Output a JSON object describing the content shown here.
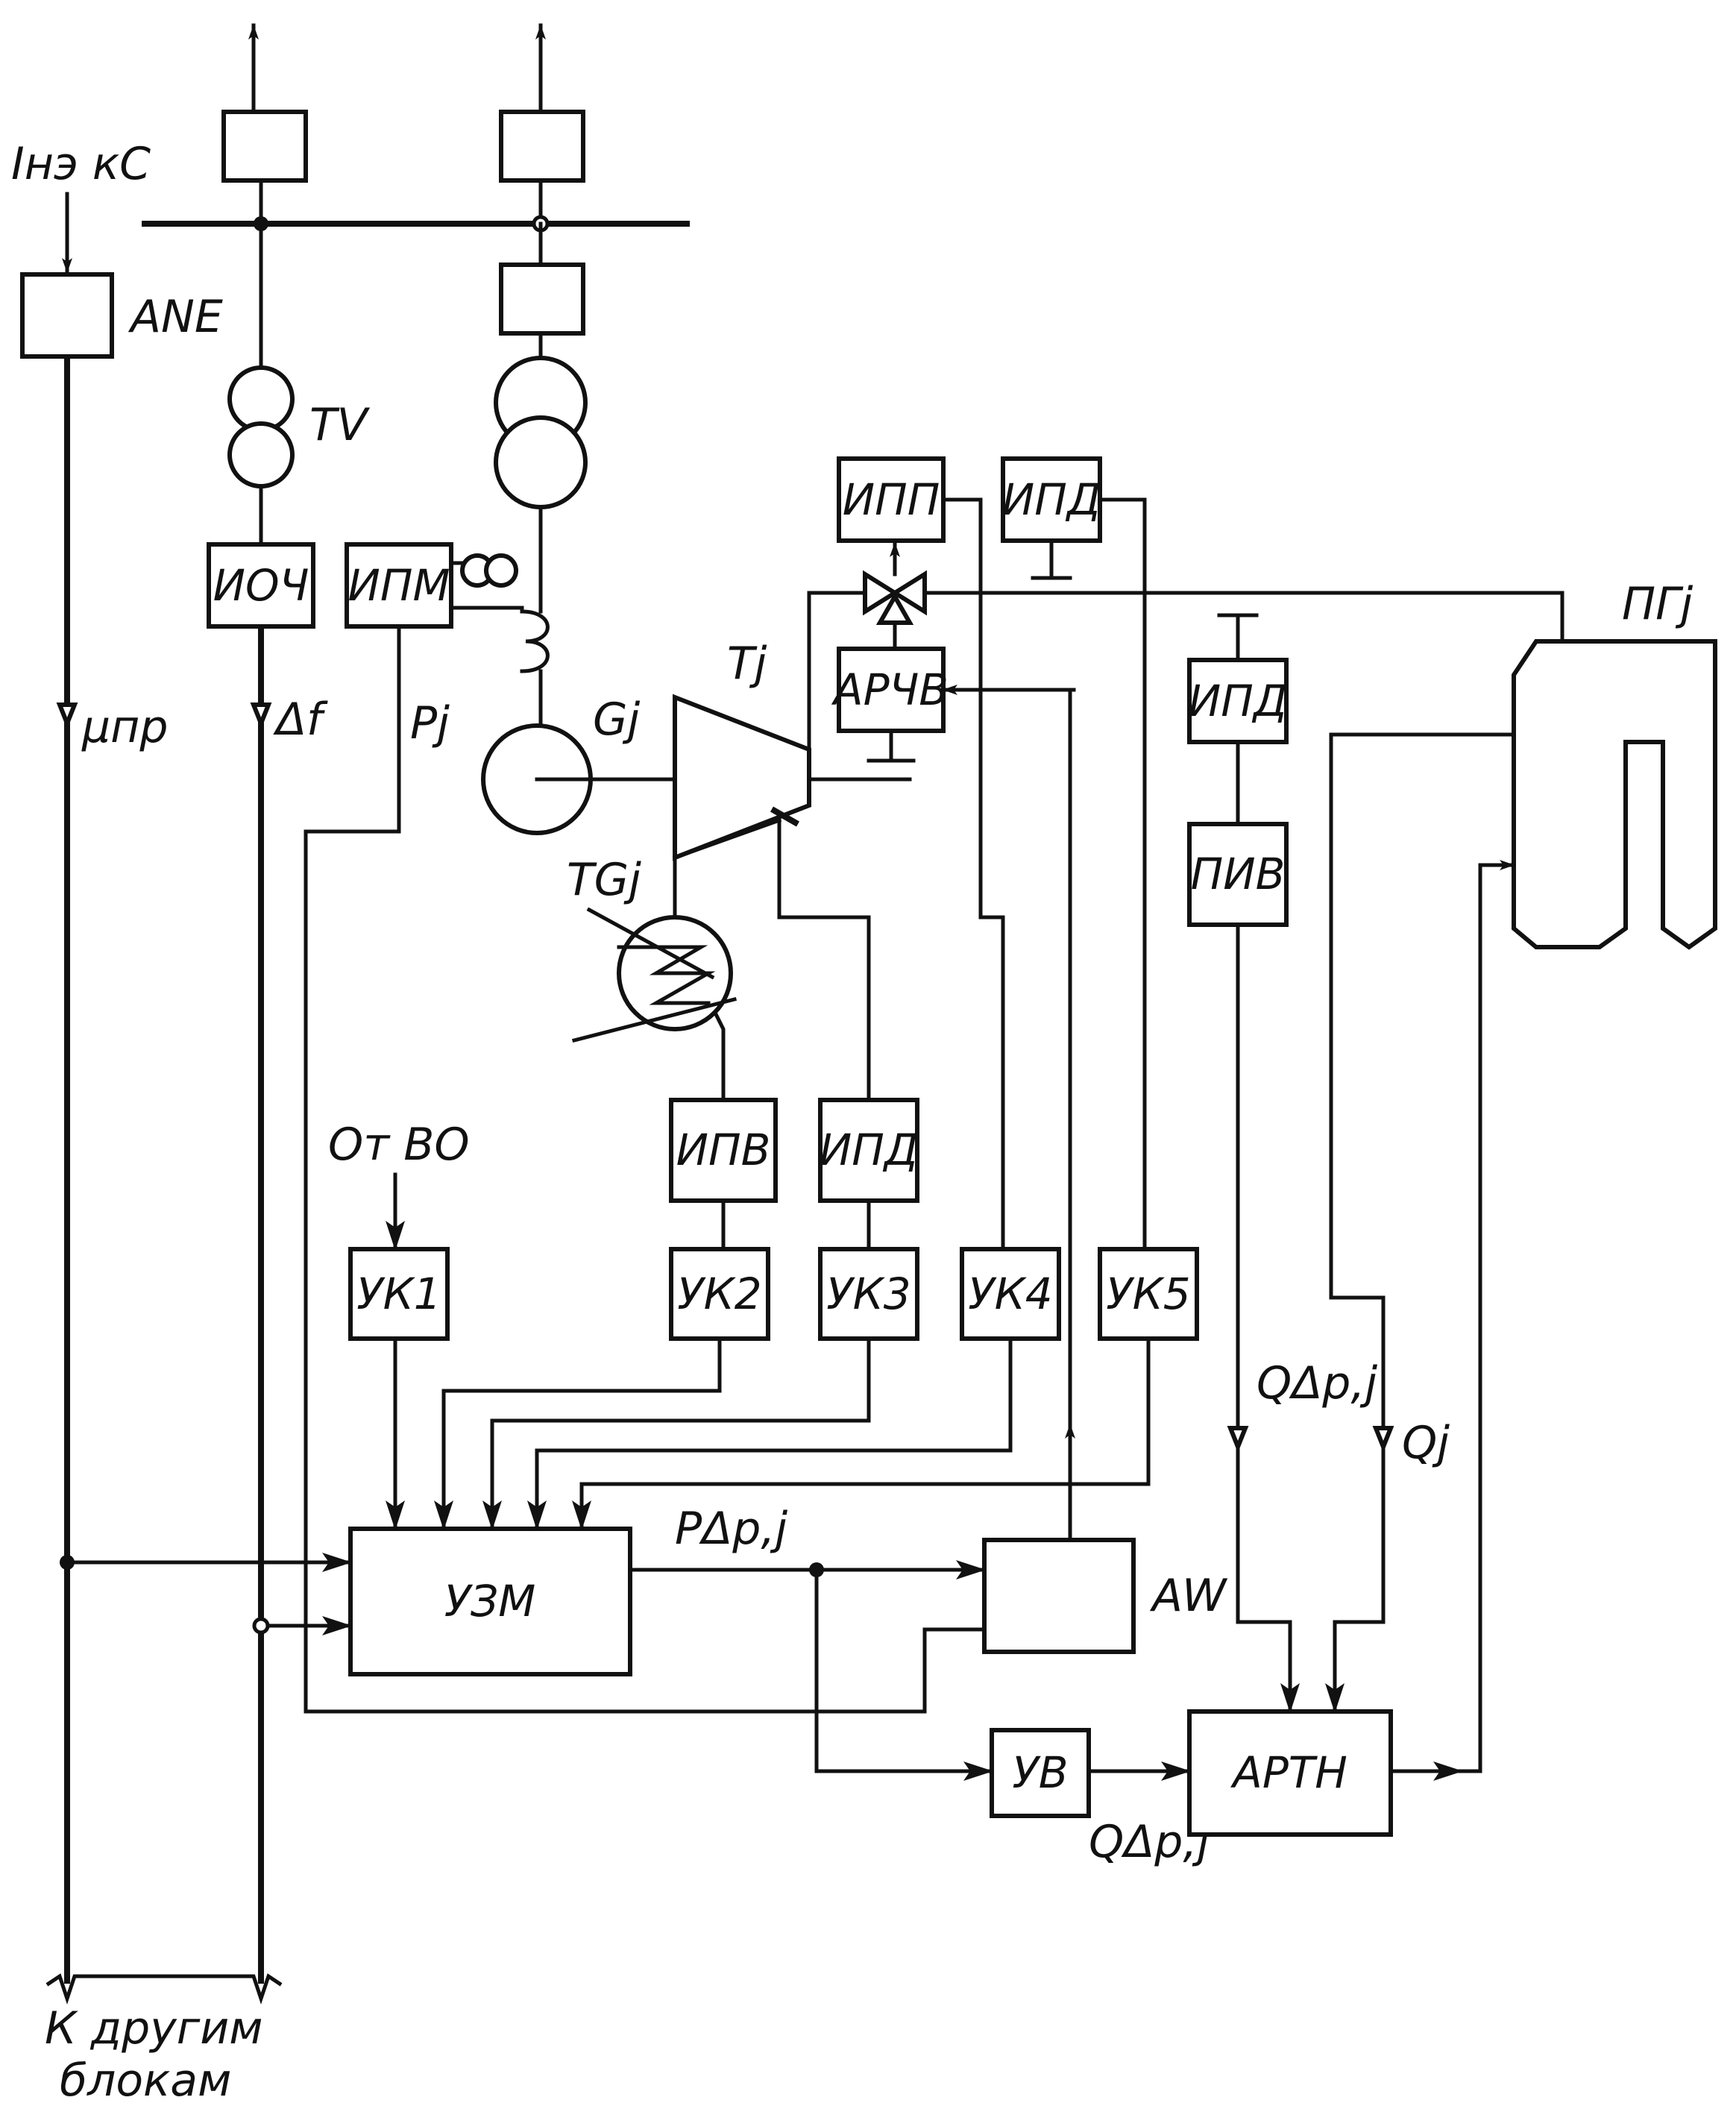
{
  "labels": {
    "top_left": "Iнэ кС",
    "ane": "ANE",
    "tv": "TV",
    "mu_pr": "μпр",
    "delta_f": "Δf",
    "p_j": "Pj",
    "g_j": "Gj",
    "t_j": "Tj",
    "tg_j": "TGj",
    "pg_j": "ПГj",
    "ot_vo": "От ВО",
    "p_dp_j": "PΔp,j",
    "q_dp_j_right": "QΔp,j",
    "q_j": "Qj",
    "q_dp_j_bottom": "QΔp,j",
    "aw": "AW",
    "bottom_line1": "К другим",
    "bottom_line2": "блокам"
  },
  "blocks": {
    "ioch": "ИОЧ",
    "ipm": "ИПМ",
    "ipp": "ИПП",
    "ipd_top": "ИПД",
    "archv": "АРЧВ",
    "ipd_right": "ИПД",
    "piv": "ПИВ",
    "ipv": "ИПВ",
    "ipd_mid": "ИПД",
    "uk1": "УК1",
    "uk2": "УК2",
    "uk3": "УК3",
    "uk4": "УК4",
    "uk5": "УК5",
    "uzm": "УЗМ",
    "uv": "УВ",
    "artn": "АРТН"
  }
}
